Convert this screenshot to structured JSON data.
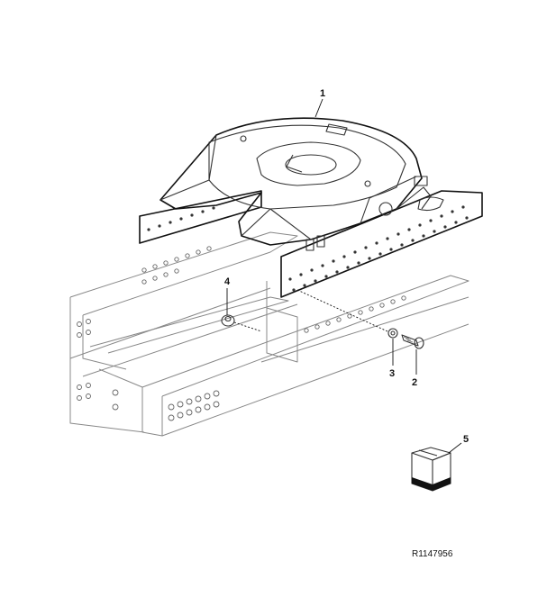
{
  "callouts": [
    {
      "id": "1",
      "label": "1"
    },
    {
      "id": "2",
      "label": "2"
    },
    {
      "id": "3",
      "label": "3"
    },
    {
      "id": "4",
      "label": "4"
    },
    {
      "id": "5",
      "label": "5"
    }
  ],
  "reference": "R1147956",
  "colors": {
    "line": "#111111",
    "ghost": "#888888",
    "background": "#ffffff"
  },
  "icon": "parts-box-icon"
}
